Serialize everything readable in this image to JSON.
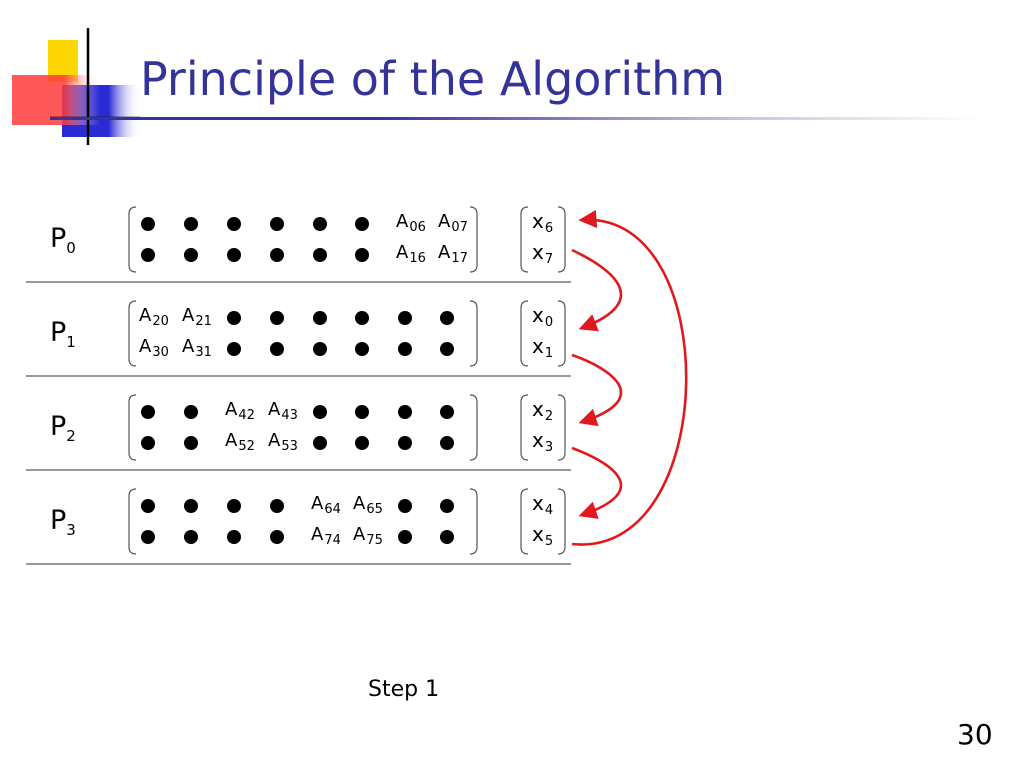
{
  "title": "Principle of the Algorithm",
  "rows": [
    {
      "proc": "P",
      "proc_sub": "0",
      "cells": [
        {
          "t": "dot"
        },
        {
          "t": "dot"
        },
        {
          "t": "dot"
        },
        {
          "t": "dot"
        },
        {
          "t": "dot"
        },
        {
          "t": "dot"
        },
        {
          "t": "pair",
          "top": [
            "A",
            "06"
          ],
          "bot": [
            "A",
            "16"
          ]
        },
        {
          "t": "pair",
          "top": [
            "A",
            "07"
          ],
          "bot": [
            "A",
            "17"
          ]
        }
      ],
      "vec": [
        [
          "x",
          "6"
        ],
        [
          "x",
          "7"
        ]
      ]
    },
    {
      "proc": "P",
      "proc_sub": "1",
      "cells": [
        {
          "t": "pair",
          "top": [
            "A",
            "20"
          ],
          "bot": [
            "A",
            "30"
          ]
        },
        {
          "t": "pair",
          "top": [
            "A",
            "21"
          ],
          "bot": [
            "A",
            "31"
          ]
        },
        {
          "t": "dot"
        },
        {
          "t": "dot"
        },
        {
          "t": "dot"
        },
        {
          "t": "dot"
        },
        {
          "t": "dot"
        },
        {
          "t": "dot"
        }
      ],
      "vec": [
        [
          "x",
          "0"
        ],
        [
          "x",
          "1"
        ]
      ]
    },
    {
      "proc": "P",
      "proc_sub": "2",
      "cells": [
        {
          "t": "dot"
        },
        {
          "t": "dot"
        },
        {
          "t": "pair",
          "top": [
            "A",
            "42"
          ],
          "bot": [
            "A",
            "52"
          ]
        },
        {
          "t": "pair",
          "top": [
            "A",
            "43"
          ],
          "bot": [
            "A",
            "53"
          ]
        },
        {
          "t": "dot"
        },
        {
          "t": "dot"
        },
        {
          "t": "dot"
        },
        {
          "t": "dot"
        }
      ],
      "vec": [
        [
          "x",
          "2"
        ],
        [
          "x",
          "3"
        ]
      ]
    },
    {
      "proc": "P",
      "proc_sub": "3",
      "cells": [
        {
          "t": "dot"
        },
        {
          "t": "dot"
        },
        {
          "t": "dot"
        },
        {
          "t": "dot"
        },
        {
          "t": "pair",
          "top": [
            "A",
            "64"
          ],
          "bot": [
            "A",
            "74"
          ]
        },
        {
          "t": "pair",
          "top": [
            "A",
            "65"
          ],
          "bot": [
            "A",
            "75"
          ]
        },
        {
          "t": "dot"
        },
        {
          "t": "dot"
        }
      ],
      "vec": [
        [
          "x",
          "4"
        ],
        [
          "x",
          "5"
        ]
      ]
    }
  ],
  "step_label": "Step 1",
  "page_number": "30",
  "colors": {
    "title": "#333399",
    "arrow": "#e0191f",
    "logo_yellow": "#ffd700",
    "logo_red": "#ff3b3b",
    "logo_blue": "#2b2bd6"
  },
  "icons": {
    "logo": "slide-template-logo-icon",
    "arrow": "curved-arrow-icon"
  }
}
